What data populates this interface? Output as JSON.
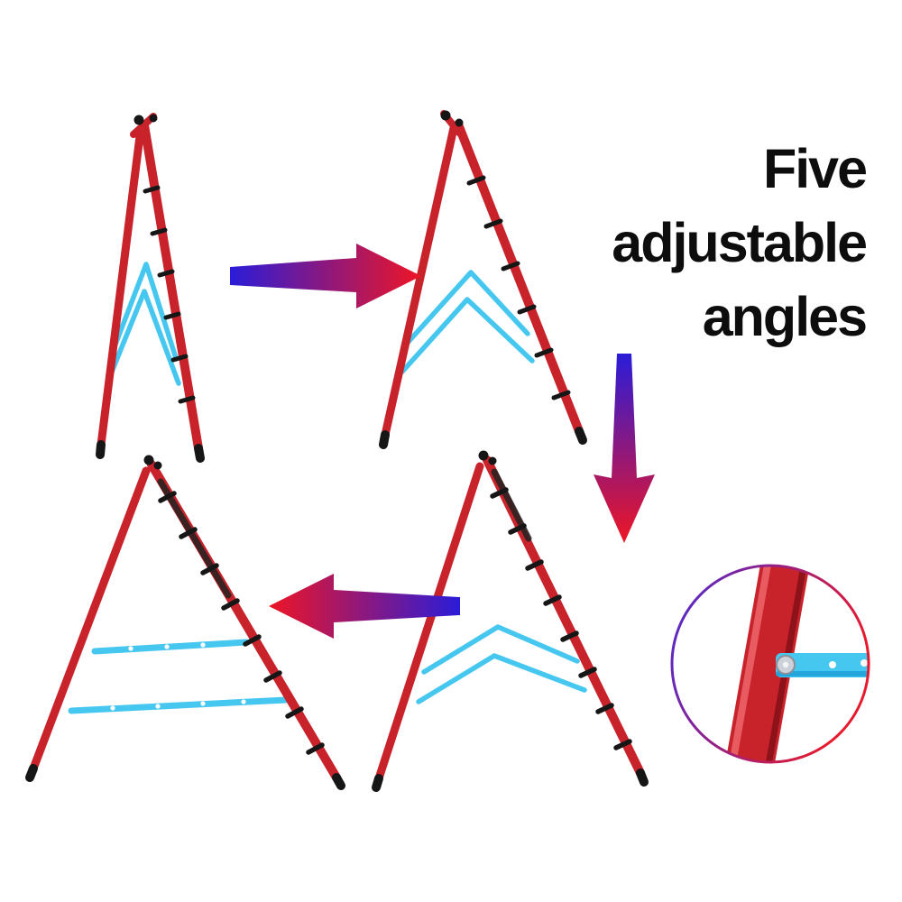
{
  "headline": {
    "line1": "Five",
    "line2": "adjustable",
    "line3": "angles"
  },
  "colors": {
    "background": "#ffffff",
    "ladder_red": "#c8222b",
    "ladder_red_dark": "#8e1219",
    "brace_blue": "#45c7f0",
    "step_black": "#161616",
    "arrow_blue": "#2a1cd8",
    "arrow_red": "#ee1525",
    "headline_black": "#0d0d0d",
    "rivet_silver": "#ccd1d9"
  },
  "figures": {
    "stage1": "ladder-folded",
    "stage2": "ladder-slightly-open",
    "stage3": "ladder-more-open",
    "stage4": "ladder-fully-open"
  },
  "arrows": {
    "arrow1": "right",
    "arrow2": "down",
    "arrow3": "left"
  },
  "inset": "hinge-mechanism-detail"
}
